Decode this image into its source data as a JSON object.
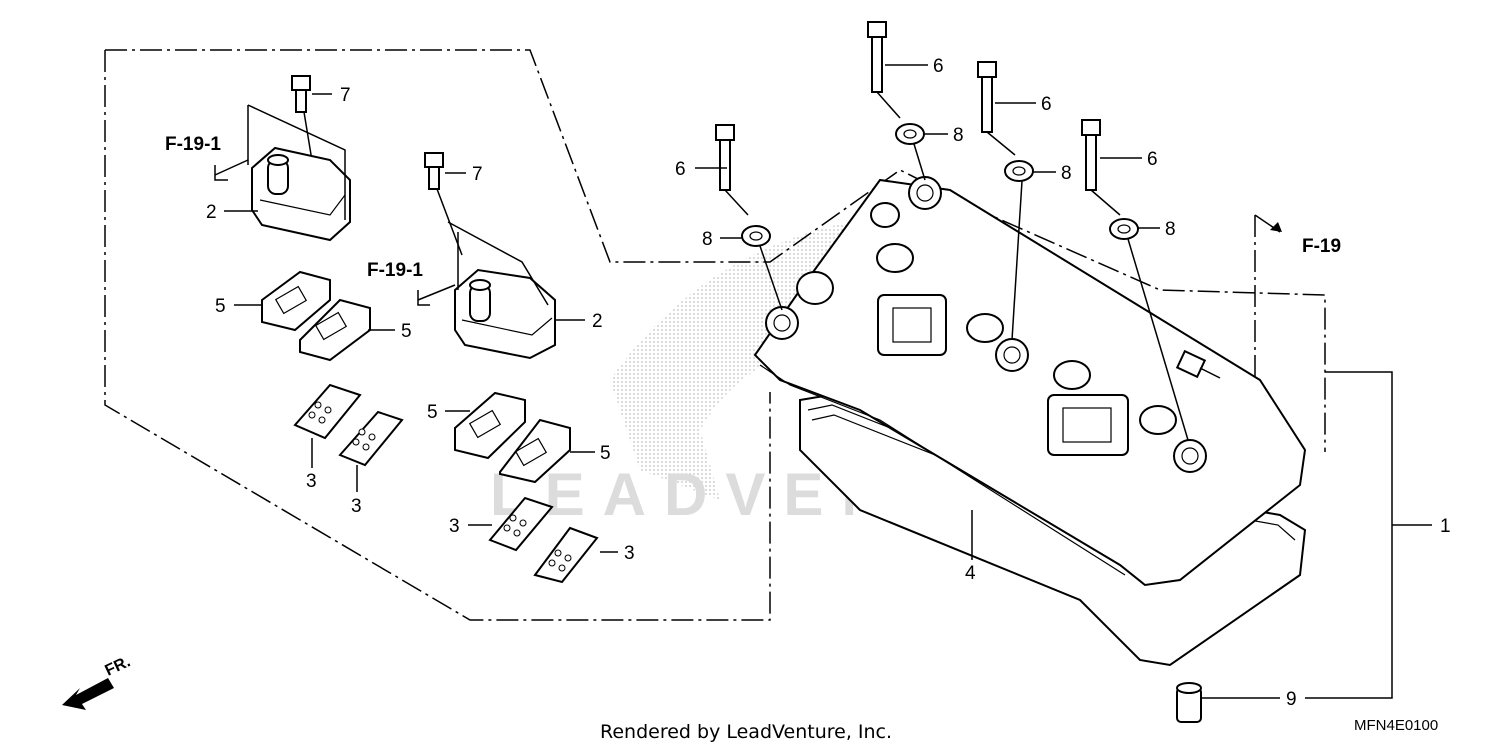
{
  "callouts": [
    {
      "id": "c1",
      "label": "1"
    },
    {
      "id": "c2a",
      "label": "2"
    },
    {
      "id": "c2b",
      "label": "2"
    },
    {
      "id": "c3a",
      "label": "3"
    },
    {
      "id": "c3b",
      "label": "3"
    },
    {
      "id": "c3c",
      "label": "3"
    },
    {
      "id": "c3d",
      "label": "3"
    },
    {
      "id": "c4",
      "label": "4"
    },
    {
      "id": "c5a",
      "label": "5"
    },
    {
      "id": "c5b",
      "label": "5"
    },
    {
      "id": "c5c",
      "label": "5"
    },
    {
      "id": "c5d",
      "label": "5"
    },
    {
      "id": "c6a",
      "label": "6"
    },
    {
      "id": "c6b",
      "label": "6"
    },
    {
      "id": "c6c",
      "label": "6"
    },
    {
      "id": "c6d",
      "label": "6"
    },
    {
      "id": "c7a",
      "label": "7"
    },
    {
      "id": "c7b",
      "label": "7"
    },
    {
      "id": "c8a",
      "label": "8"
    },
    {
      "id": "c8b",
      "label": "8"
    },
    {
      "id": "c8c",
      "label": "8"
    },
    {
      "id": "c8d",
      "label": "8"
    },
    {
      "id": "c9",
      "label": "9"
    }
  ],
  "references": {
    "left_upper": "F-19-1",
    "left_lower": "F-19-1",
    "right": "F-19"
  },
  "front_indicator": "FR.",
  "watermark": "LEADVENTURE",
  "footer": {
    "rendered_by": "Rendered by LeadVenture, Inc.",
    "diagram_code": "MFN4E0100"
  }
}
